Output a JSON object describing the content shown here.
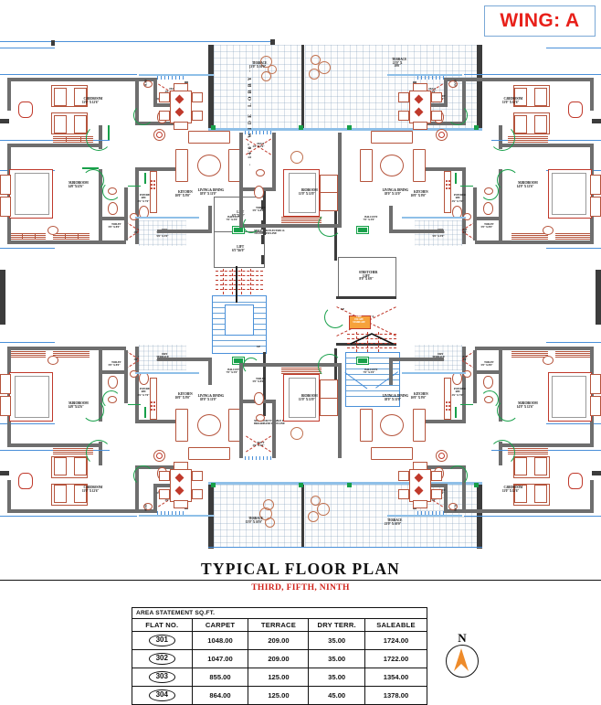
{
  "header": {
    "wing_label": "WING: A"
  },
  "captions": {
    "main_title": "TYPICAL  FLOOR  PLAN",
    "subtitle": "THIRD, FIFTH, NINTH"
  },
  "compass": {
    "north_label": "N",
    "icon": "north-arrow-icon",
    "color": "#ee8b2a"
  },
  "area_table": {
    "caption": "AREA  STATEMENT  SQ.FT.",
    "columns": [
      "FLAT NO.",
      "CARPET",
      "TERRACE",
      "DRY TERR.",
      "SALEABLE"
    ],
    "rows": [
      {
        "flat_no": "301",
        "carpet": "1048.00",
        "terrace": "209.00",
        "dry_terr": "35.00",
        "saleable": "1724.00"
      },
      {
        "flat_no": "302",
        "carpet": "1047.00",
        "terrace": "209.00",
        "dry_terr": "35.00",
        "saleable": "1722.00"
      },
      {
        "flat_no": "303",
        "carpet": "855.00",
        "terrace": "125.00",
        "dry_terr": "35.00",
        "saleable": "1354.00"
      },
      {
        "flat_no": "304",
        "carpet": "864.00",
        "terrace": "125.00",
        "dry_terr": "45.00",
        "saleable": "1378.00"
      }
    ]
  },
  "plan": {
    "lobby_label": "-  14'0\"  W I D E   L O B B Y  --",
    "core": {
      "lift1_name": "LIFT",
      "lift1_size": "6'5\"X6'0\"",
      "lift2_name": "LIFT",
      "lift2_size": "6'5\"X6'0\"",
      "stretcher_name": "STRETCHER\nLIFT",
      "stretcher_size": "8'0\" X 6'0\"",
      "duct_label": "DUCT  8'0\" X\n9'0\"",
      "fire_label": "FIRE\nESCAPE\nSTAIRCASE",
      "up_label_left": "UP",
      "up_label_right": "UP",
      "up_label_left_b": "UP",
      "up_label_right_b": "UP",
      "service_electric": "SPACE FOR ELECTRIC &\nTELEPHONE LINE",
      "service_tv": "SPACE FOR TV CABLE &\nBROADBAND WIRE LINE"
    },
    "terraces_top": [
      {
        "name": "TERRACE",
        "size": "13'0\" X 10'0\""
      },
      {
        "name": "TERRACE",
        "size": "21'0\" X\n10'0\""
      }
    ],
    "terraces_bottom": [
      {
        "name": "TERRACE",
        "size": "13'0\" X 10'0\""
      },
      {
        "name": "TERRACE",
        "size": "21'0\" X 10'0\""
      }
    ],
    "unit_tl": {
      "c_bedroom": {
        "name": "C.BEDROOM",
        "size": "11'0\" X 12'6\""
      },
      "m_bedroom": {
        "name": "M.BEDROOM",
        "size": "14'0\"X12'6\""
      },
      "toilet1": {
        "name": "TOILET",
        "size": "5'0\" X 8'0\""
      },
      "toilet2": {
        "name": "TOILET",
        "size": "5'0\" X 8'0\""
      },
      "powder": {
        "name": "POWDER\nRM",
        "size": "3'6\" X 7'0\""
      },
      "duct1": {
        "name": "DUCT",
        "size": "3'0\" X 3'0\""
      },
      "duct2": {
        "name": "DUCT",
        "size": "3'0\" X 3'0\""
      },
      "slab": {
        "name": "SLAB"
      },
      "kitchen": {
        "name": "KITCHEN",
        "size": "10'0\" X 9'0\""
      },
      "living": {
        "name": "LIVING & DINING",
        "size": "18'0\" X 11'0\""
      },
      "balcony": {
        "name": "BALCONY",
        "size": "7'0\" X 5'0\""
      },
      "dry_terrace": {
        "name": "DRY\nTERRACE",
        "size": "9'0\" X 5'0\""
      }
    },
    "unit_tr": {
      "c_bedroom": {
        "name": "C.BEDROOM",
        "size": "11'0\" X 12'6\""
      },
      "m_bedroom": {
        "name": "M.BEDROOM",
        "size": "14'0\" X 12'6\""
      },
      "toilet1": {
        "name": "TOILET",
        "size": "5'0\" X 8'0\""
      },
      "toilet2": {
        "name": "TOILET",
        "size": "5'0\" X 8'0\""
      },
      "powder": {
        "name": "POWDER\nRM",
        "size": "3'6\" X 7'0\""
      },
      "duct1": {
        "name": "DUCT",
        "size": "3'0\" X 3'0\""
      },
      "duct2": {
        "name": "DUCT",
        "size": "3'0\" X 3'0\""
      },
      "slab": {
        "name": "SLAB"
      },
      "kitchen": {
        "name": "KITCHEN",
        "size": "10'0\" X 9'0\""
      },
      "living": {
        "name": "LIVING & DINING",
        "size": "18'0\" X 11'0\""
      },
      "balcony": {
        "name": "BALCONY",
        "size": "7'0\" X 5'0\""
      },
      "dry_terrace": {
        "name": "DRY\nTERRACE",
        "size": "9'0\" X 5'0\""
      }
    },
    "unit_bl": {
      "c_bedroom": {
        "name": "C.BEDROOM",
        "size": "11'0\" X 12'6\""
      },
      "m_bedroom": {
        "name": "M.BEDROOM",
        "size": "14'0\"X12'6\""
      },
      "toilet1": {
        "name": "TOILET",
        "size": "5'0\" X 8'0\""
      },
      "toilet2": {
        "name": "TOILET",
        "size": "5'0\" X 8'0\""
      },
      "powder": {
        "name": "POWDER\nRM",
        "size": "3'6\" X 7'0\""
      },
      "duct1": {
        "name": "DUCT",
        "size": "3'0\" X 3'0\""
      },
      "duct2": {
        "name": "DUCT",
        "size": "3'0\" X 3'0\""
      },
      "slab": {
        "name": "SLAB"
      },
      "kitchen": {
        "name": "KITCHEN",
        "size": "10'0\" X 9'0\""
      },
      "living": {
        "name": "LIVING & DINING",
        "size": "18'0\" X 11'0\""
      },
      "balcony": {
        "name": "BALCONY",
        "size": "7'0\" X 5'0\""
      },
      "dry_terrace": {
        "name": "DRY\nTERRACE",
        "size": "9'0\" X 5'0\""
      }
    },
    "unit_br": {
      "c_bedroom": {
        "name": "C.BEDROOM",
        "size": "11'0\" X 12'6\""
      },
      "m_bedroom": {
        "name": "M.BEDROOM",
        "size": "14'0\" X 12'6\""
      },
      "toilet1": {
        "name": "TOILET",
        "size": "5'0\" X 8'0\""
      },
      "toilet2": {
        "name": "TOILET",
        "size": "5'0\" X 8'0\""
      },
      "powder": {
        "name": "POWDER\nRM",
        "size": "3'6\" X 7'0\""
      },
      "duct1": {
        "name": "DUCT",
        "size": "3'0\" X 3'0\""
      },
      "duct2": {
        "name": "DUCT",
        "size": "3'0\" X 3'0\""
      },
      "slab": {
        "name": "SLAB"
      },
      "kitchen": {
        "name": "KITCHEN",
        "size": "10'0\" X 9'0\""
      },
      "living": {
        "name": "LIVING & DINING",
        "size": "18'0\" X 11'0\""
      },
      "balcony": {
        "name": "BALCONY",
        "size": "7'0\" X 5'0\""
      },
      "dry_terrace": {
        "name": "DRY\nTERRACE",
        "size": "9'0\" X 5'0\""
      }
    },
    "center_top": {
      "bedroom": {
        "name": "BEDROOM",
        "size": "11'0\" X 11'0\""
      },
      "toilet": {
        "name": "TOILET",
        "size": "5'0\" X 8'0\""
      },
      "duct": {
        "name": "DUCT",
        "size": "3'0\" X 3'0\""
      }
    },
    "center_bottom": {
      "bedroom": {
        "name": "BEDROOM",
        "size": "11'0\" X 11'0\""
      },
      "toilet": {
        "name": "TOILET",
        "size": "5'0\" X 8'0\""
      },
      "duct": {
        "name": "DUCT",
        "size": "3'0\" X 3'0\""
      }
    }
  }
}
